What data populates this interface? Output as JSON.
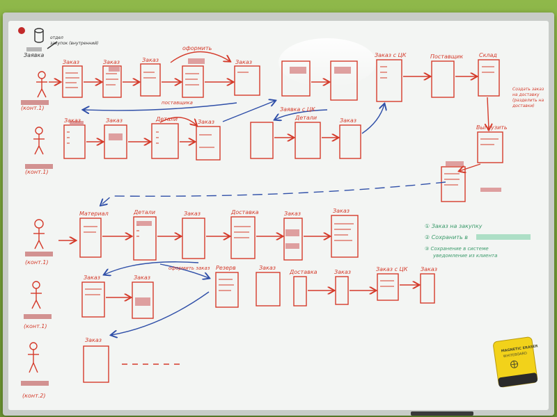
{
  "scene": {
    "subject": "whiteboard",
    "colors": {
      "wall": "#7aa53a",
      "frame": "#b9bdb9",
      "board": "#f4f6f4",
      "marker_red": "#d43a2a",
      "marker_blue": "#2f4fa8",
      "marker_green": "#3a9a6a",
      "eraser": "#f2d21a"
    }
  },
  "labels": {
    "row1": {
      "actor_top": "Заявка",
      "actor_note": "отдел\nзакупок (внутренний)",
      "actor": "(конт.1)",
      "a": "Заказ",
      "b": "Заказ",
      "c": "Заказ",
      "d": "Заказ",
      "e": "Заказ с ЦК",
      "f": "Поставщик",
      "g": "Склад",
      "note_top": "оформить",
      "note_mid": "поставщика"
    },
    "row2": {
      "actor": "(конт.1)",
      "a": "Заказ",
      "b": "Заказ",
      "c": "Детали",
      "d": "Заказ",
      "e": "Заявка с ЦК",
      "f": "Детали",
      "g": "Заказ",
      "right_note": "Создать заказ на доставку (разделить на доставки)",
      "right_box": "Выгрузить"
    },
    "row3": {
      "actor": "(конт.1)",
      "a": "Материал",
      "b": "Детали",
      "c": "Заказ",
      "d": "Доставка",
      "e": "Заказ",
      "f": "Заказ",
      "legend": [
        "① Заказ на закупку",
        "② Сохранить в",
        "③ Сохранение в системе уведомление из клиента"
      ]
    },
    "row4": {
      "actor": "(конт.1)",
      "a": "Заказ",
      "b": "Заказ",
      "c": "Резерв",
      "d": "Заказ",
      "e": "Доставка",
      "f": "Заказ",
      "g": "Заказ с ЦК",
      "h": "Заказ",
      "mid_note": "оформить заказ"
    },
    "row5": {
      "actor": "(конт.2)",
      "a": "Заказ"
    }
  },
  "eraser": {
    "text1": "MAGNETIC ERASER",
    "text2": "WHITEBOARD"
  }
}
